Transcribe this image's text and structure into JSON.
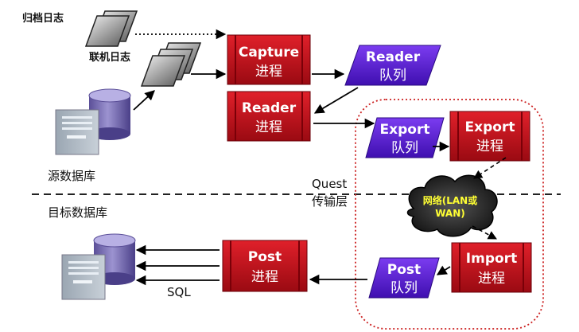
{
  "labels": {
    "archive_log": "归档日志",
    "online_log": "联机日志",
    "source_db": "源数据库",
    "target_db": "目标数据库",
    "quest_line1": "Quest",
    "quest_line2": "传输层",
    "sql": "SQL"
  },
  "processes": {
    "capture": {
      "title": "Capture",
      "sub": "进程"
    },
    "reader": {
      "title": "Reader",
      "sub": "进程"
    },
    "export": {
      "title": "Export",
      "sub": "进程"
    },
    "import": {
      "title": "Import",
      "sub": "进程"
    },
    "post": {
      "title": "Post",
      "sub": "进程"
    }
  },
  "queues": {
    "reader": {
      "title": "Reader",
      "sub": "队列"
    },
    "export": {
      "title": "Export",
      "sub": "队列"
    },
    "post": {
      "title": "Post",
      "sub": "队列"
    }
  },
  "network": {
    "line1": "网络(LAN或",
    "line2": "WAN)"
  },
  "colors": {
    "process_red": "#c0101a",
    "queue_purple": "#5a1bd6",
    "cylinder_purple": "#7a6fb8",
    "zone_border": "#cc2020"
  }
}
